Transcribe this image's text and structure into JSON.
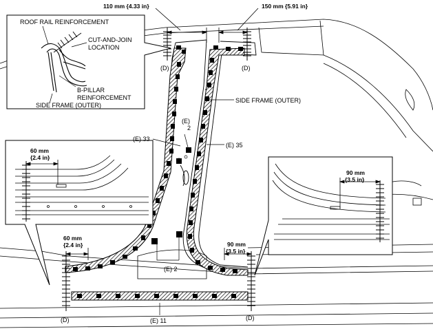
{
  "callouts": {
    "roof_rail_reinforcement": "ROOF RAIL REINFORCEMENT",
    "cut_and_join_1": "CUT-AND-JOIN",
    "cut_and_join_2": "LOCATION",
    "b_pillar_1": "B-PILLAR",
    "b_pillar_2": "REINFORCEMENT",
    "side_frame_outer_inset": "SIDE FRAME (OUTER)",
    "side_frame_outer_main": "SIDE FRAME (OUTER)"
  },
  "dimensions": {
    "top_left_mm": "110 mm {4.33 in}",
    "top_right_mm": "150 mm {5.91 in}",
    "inset_left_mm": "60 mm",
    "inset_left_in": "{2.4 in}",
    "inset_right_mm": "90 mm",
    "inset_right_in": "{3.5 in}",
    "bottom_left_mm": "60 mm",
    "bottom_left_in": "{2.4 in}",
    "bottom_right_mm": "90 mm",
    "bottom_right_in": "{3.5 in}"
  },
  "weld_labels": {
    "e33": "(E) 33",
    "e2_top_a": "(E)",
    "e2_top_b": "2",
    "e35": "(E) 35",
    "e2_bottom": "(E) 2",
    "e11": "(E) 11"
  },
  "cut_markers": {
    "top_left": "(D)",
    "top_right": "(D)",
    "bottom_left": "(D)",
    "bottom_right": "(D)"
  }
}
